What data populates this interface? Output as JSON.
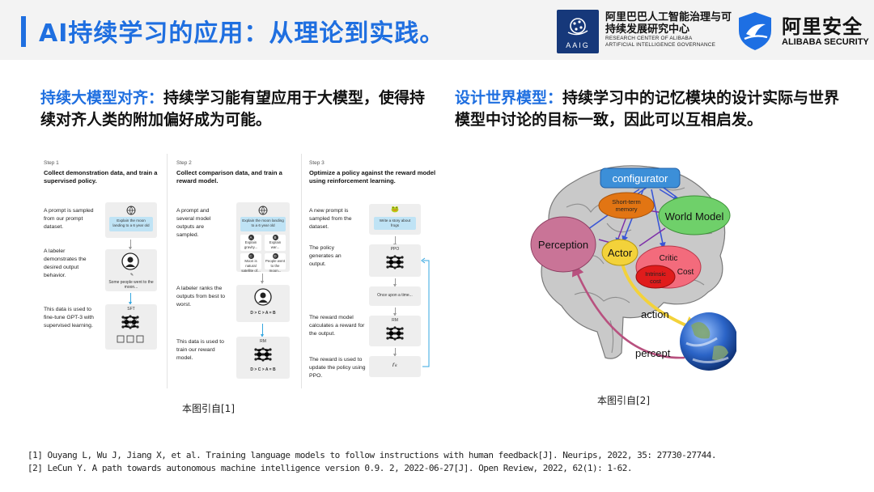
{
  "header": {
    "title": "AI持续学习的应用：从理论到实践。",
    "logos": {
      "aaig_mark": "AAIG",
      "aaig_cn": "阿里巴巴人工智能治理与可持续发展研究中心",
      "aaig_en_1": "RESEARCH CENTER OF ALIBABA",
      "aaig_en_2": "ARTIFICIAL INTELLIGENCE GOVERNANCE",
      "ali_cn": "阿里安全",
      "ali_en": "ALIBABA SECURITY"
    },
    "accent_color": "#1f6fe0"
  },
  "left": {
    "heading_highlight": "持续大模型对齐：",
    "heading_rest": "持续学习能有望应用于大模型，使得持续对齐人类的附加偏好成为可能。",
    "caption": "本图引自[1]",
    "figure": {
      "step1": {
        "no": "Step 1",
        "title": "Collect demonstration data, and train a supervised policy.",
        "t1": "A prompt is sampled from our prompt dataset.",
        "card1": "Explain the moon landing to a 6 year old",
        "t2": "A labeler demonstrates the desired output behavior.",
        "card2": "Some people went to the moon...",
        "t3": "This data is used to fine-tune GPT-3 with supervised learning.",
        "model": "SFT"
      },
      "step2": {
        "no": "Step 2",
        "title": "Collect comparison data, and train a reward model.",
        "t1": "A prompt and several model outputs are sampled.",
        "card1": "Explain the moon landing to a 6 year old",
        "optA": "A",
        "optA_text": "Explain gravity...",
        "optB": "B",
        "optB_text": "Explain war...",
        "optC": "C",
        "optC_text": "Moon is natural satellite of...",
        "optD": "D",
        "optD_text": "People went to the moon...",
        "t2": "A labeler ranks the outputs from best to worst.",
        "rank": "D > C > A = B",
        "t3": "This data is used to train our reward model.",
        "model": "RM"
      },
      "step3": {
        "no": "Step 3",
        "title": "Optimize a policy against the reward model using reinforcement learning.",
        "t1": "A new prompt is sampled from the dataset.",
        "card1": "Write a story about frogs",
        "t2": "The policy generates an output.",
        "model1": "PPO",
        "card2": "Once upon a time...",
        "t3": "The reward model calculates a reward for the output.",
        "model2": "RM",
        "t4": "The reward is used to update the policy using PPO.",
        "reward": "rₖ"
      }
    }
  },
  "right": {
    "heading_highlight": "设计世界模型：",
    "heading_rest": "持续学习中的记忆模块的设计实际与世界模型中讨论的目标一致，因此可以互相启发。",
    "caption": "本图引自[2]",
    "figure": {
      "configurator": "configurator",
      "short_term_1": "Short-term",
      "short_term_2": "memory",
      "world_model": "World Model",
      "perception": "Perception",
      "actor": "Actor",
      "critic": "Critic",
      "intrinsic_1": "Intrinsic",
      "intrinsic_2": "cost",
      "cost": "Cost",
      "action": "action",
      "percept": "percept"
    }
  },
  "references": [
    "[1] Ouyang L, Wu J, Jiang X, et al. Training language models to follow instructions with human feedback[J]. Neurips, 2022, 35: 27730-27744.",
    "[2] LeCun Y. A path towards autonomous machine intelligence version 0.9. 2, 2022-06-27[J]. Open Review, 2022, 62(1): 1-62."
  ]
}
